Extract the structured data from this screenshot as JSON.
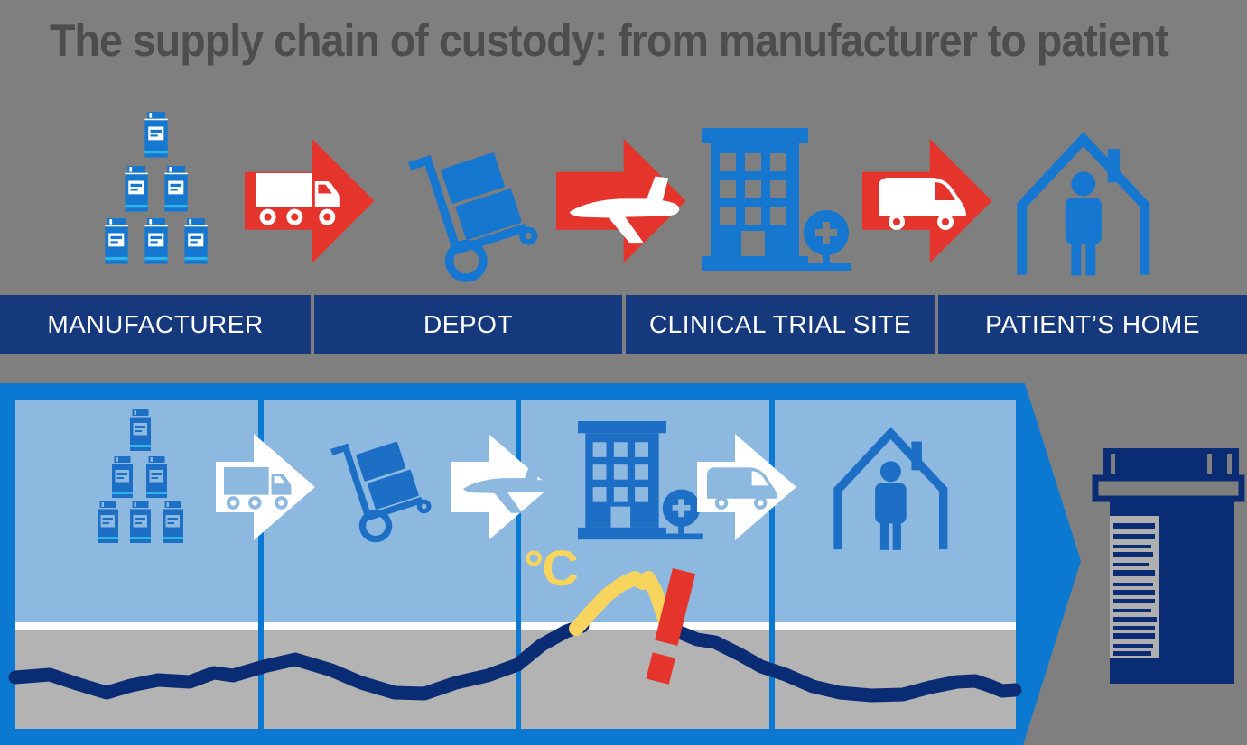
{
  "title": "The supply chain of custody: from manufacturer to patient",
  "stages": [
    {
      "id": "manufacturer",
      "label": "MANUFACTURER"
    },
    {
      "id": "depot",
      "label": "DEPOT"
    },
    {
      "id": "clinical-trial-site",
      "label": "CLINICAL TRIAL SITE"
    },
    {
      "id": "patients-home",
      "label": "PATIENT’S HOME"
    }
  ],
  "temperature": {
    "unit_label": "°C"
  },
  "icons": [
    "pill-bottles-stack-icon",
    "truck-arrow-icon",
    "hand-truck-icon",
    "plane-arrow-icon",
    "clinical-site-icon",
    "van-arrow-icon",
    "patient-home-icon",
    "flow-arrow-shape",
    "temperature-line",
    "temperature-excursion-line",
    "alert-exclamation-icon",
    "threshold-line",
    "barcoded-bottle-icon"
  ],
  "colors": {
    "page_background": "#7f7f7f",
    "title_gray": "#4d4d4d",
    "bar_navy": "#16397e",
    "icon_blue_top": "#1577d0",
    "icon_blue_flow": "#1c6fc4",
    "bright_blue": "#0b79d2",
    "light_blue": "#8db8e0",
    "navy": "#0a2c74",
    "band_gray": "#b3b3b3",
    "label_gray": "#b0b0b0",
    "alert_red": "#e5342b",
    "excursion_yellow": "#f6d45e",
    "bottle_cyan": "#2fb3e8",
    "white": "#ffffff"
  }
}
